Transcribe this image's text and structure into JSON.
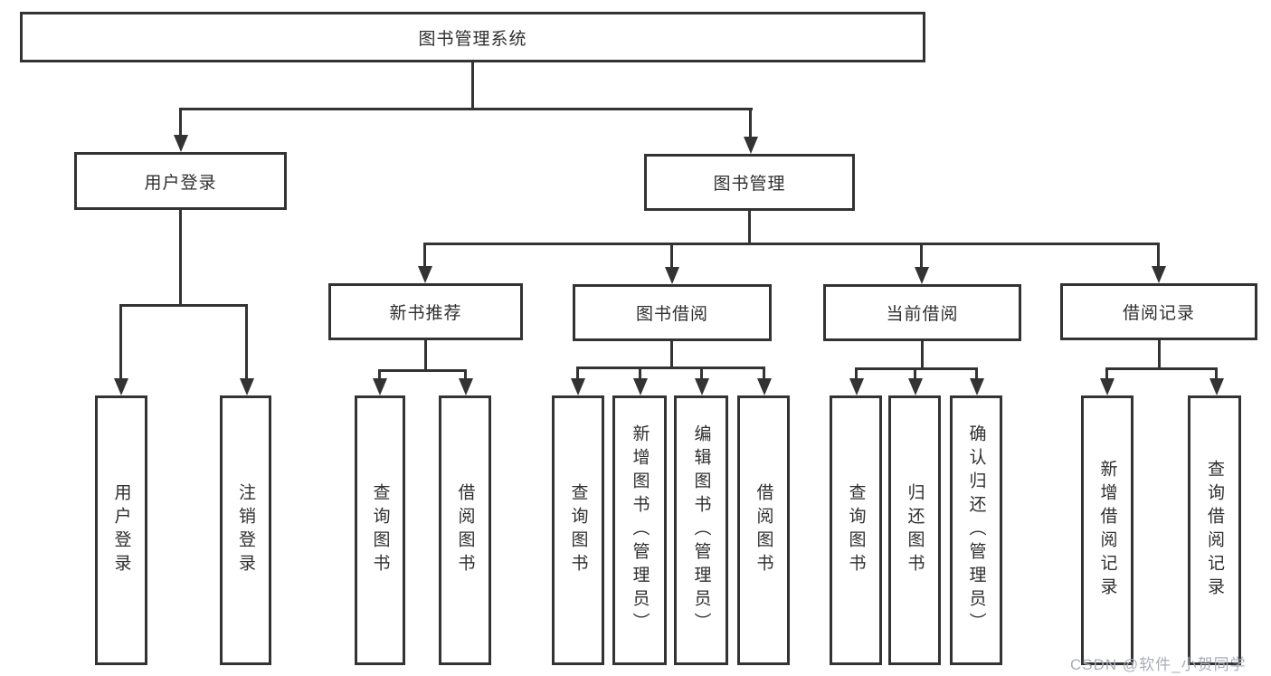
{
  "diagram_title": "图书管理系统",
  "nodes": {
    "root": "图书管理系统",
    "user_login": "用户登录",
    "book_management": "图书管理",
    "new_book_recommendation": "新书推荐",
    "book_borrowing": "图书借阅",
    "current_borrowing": "当前借阅",
    "borrowing_records": "借阅记录",
    "leaf_user_login": "用户登录",
    "leaf_logout": "注销登录",
    "leaf_query_books_1": "查询图书",
    "leaf_borrow_books_1": "借阅图书",
    "leaf_query_books_2": "查询图书",
    "leaf_add_book_admin": "新增图书（管理员）",
    "leaf_edit_book_admin": "编辑图书（管理员）",
    "leaf_borrow_books_2": "借阅图书",
    "leaf_query_books_3": "查询图书",
    "leaf_return_books": "归还图书",
    "leaf_confirm_return_admin": "确认归还（管理员）",
    "leaf_add_borrow_record": "新增借阅记录",
    "leaf_query_borrow_record": "查询借阅记录"
  },
  "hierarchy": {
    "图书管理系统": {
      "用户登录": [
        "用户登录",
        "注销登录"
      ],
      "图书管理": {
        "新书推荐": [
          "查询图书",
          "借阅图书"
        ],
        "图书借阅": [
          "查询图书",
          "新增图书（管理员）",
          "编辑图书（管理员）",
          "借阅图书"
        ],
        "当前借阅": [
          "查询图书",
          "归还图书",
          "确认归还（管理员）"
        ],
        "借阅记录": [
          "新增借阅记录",
          "查询借阅记录"
        ]
      }
    }
  },
  "watermark": {
    "text": "CSDN @软件_小贺同学"
  },
  "colors": {
    "line": "#333333",
    "box_border": "#333333",
    "text": "#2f2f2f",
    "background": "#ffffff",
    "watermark": "#a9aeb6"
  }
}
